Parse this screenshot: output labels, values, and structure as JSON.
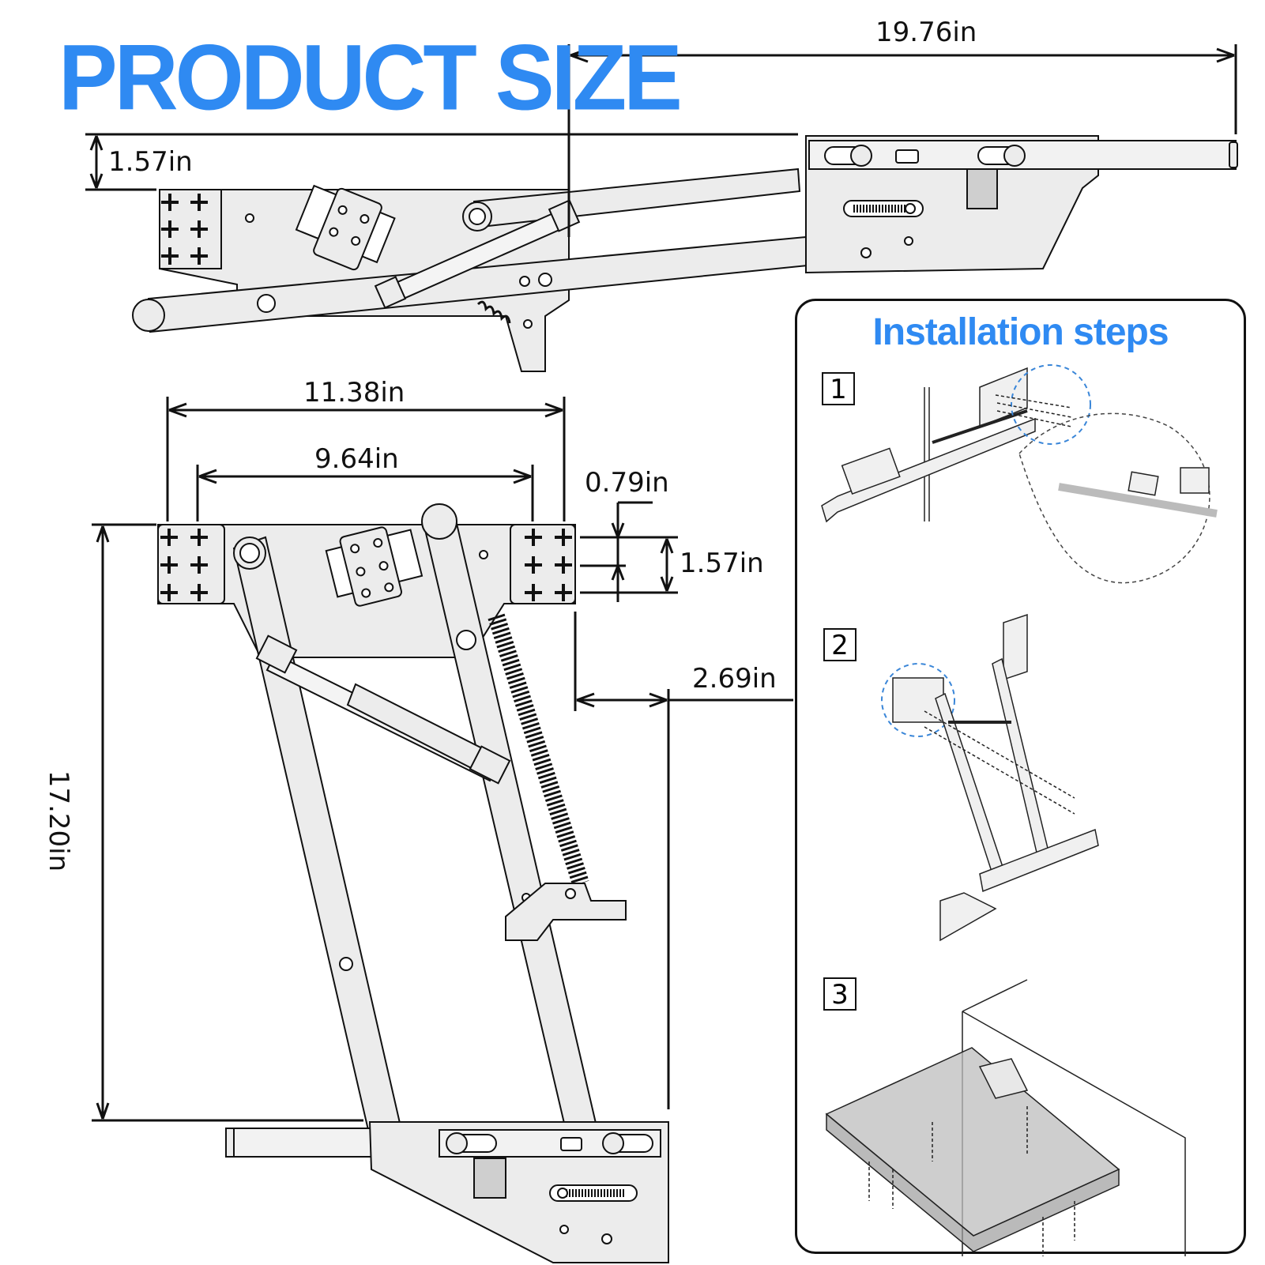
{
  "title": "PRODUCT SIZE",
  "dimensions": {
    "total_length": "19.76in",
    "folded_height": "1.57in",
    "plate_width_outer": "11.38in",
    "plate_width_inner": "9.64in",
    "hole_spacing": "0.79in",
    "plate_height": "1.57in",
    "offset": "2.69in",
    "total_height": "17.20in"
  },
  "installation": {
    "title": "Installation steps",
    "steps": [
      "1",
      "2",
      "3"
    ]
  },
  "colors": {
    "accent": "#2f8af2",
    "metal": "#ececec",
    "line": "#111111",
    "circle_dash": "#3a86d8"
  }
}
